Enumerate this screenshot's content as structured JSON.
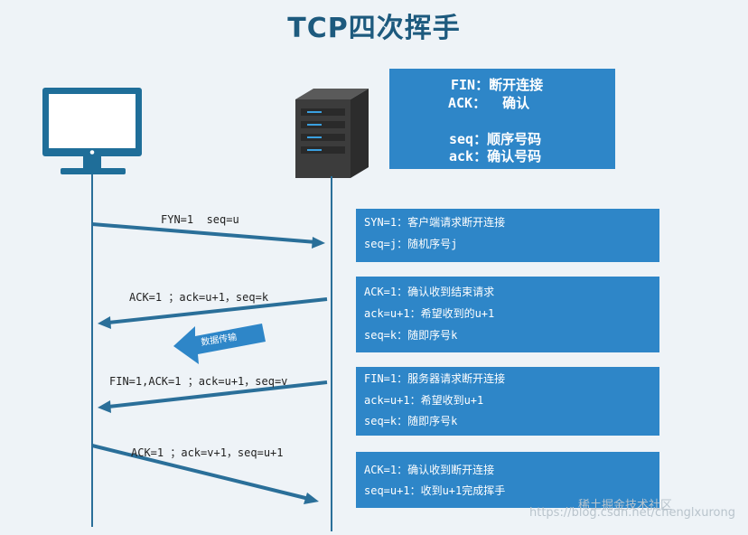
{
  "title": "TCP四次挥手",
  "legend": {
    "fin": "FIN：断开连接",
    "ack": "ACK：  确认",
    "seq": "seq：顺序号码",
    "ackno": "ack：确认号码"
  },
  "messages": [
    {
      "label": "FYN=1  seq=u"
    },
    {
      "label": "ACK=1 ；ack=u+1，seq=k"
    },
    {
      "label": "FIN=1,ACK=1 ；ack=u+1，seq=v"
    },
    {
      "label": "ACK=1 ；ack=v+1，seq=u+1"
    }
  ],
  "transfer_label": "数据传输",
  "boxes": [
    {
      "lines": [
        "SYN=1：客户端请求断开连接",
        "seq=j：随机序号j"
      ]
    },
    {
      "lines": [
        "ACK=1：确认收到结束请求",
        "ack=u+1：希望收到的u+1",
        "seq=k：随即序号k"
      ]
    },
    {
      "lines": [
        "FIN=1：服务器请求断开连接",
        "ack=u+1：希望收到u+1",
        "seq=k：随即序号k"
      ]
    },
    {
      "lines": [
        "ACK=1：确认收到断开连接",
        "seq=u+1：收到u+1完成挥手"
      ]
    }
  ],
  "watermark": {
    "brand": "稀土掘金技术社区",
    "url": "https://blog.csdn.net/chenglxurong"
  },
  "colors": {
    "accent": "#2e86c8",
    "arrow": "#2a6f99",
    "title": "#1d5a7e"
  }
}
